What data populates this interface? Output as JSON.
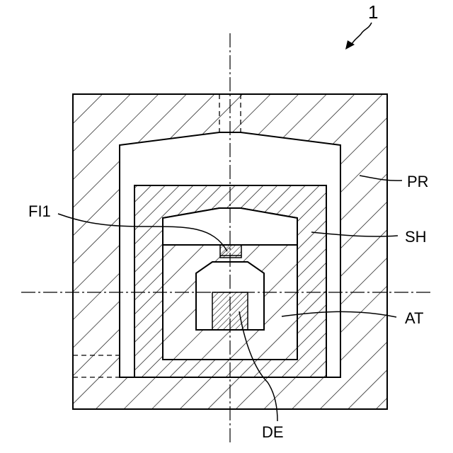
{
  "figure": {
    "ref_number": "1",
    "labels": {
      "pr": "PR",
      "sh": "SH",
      "at": "AT",
      "fi1": "FI1",
      "de": "DE"
    }
  },
  "colors": {
    "ink": "#000000",
    "paper": "#ffffff"
  }
}
